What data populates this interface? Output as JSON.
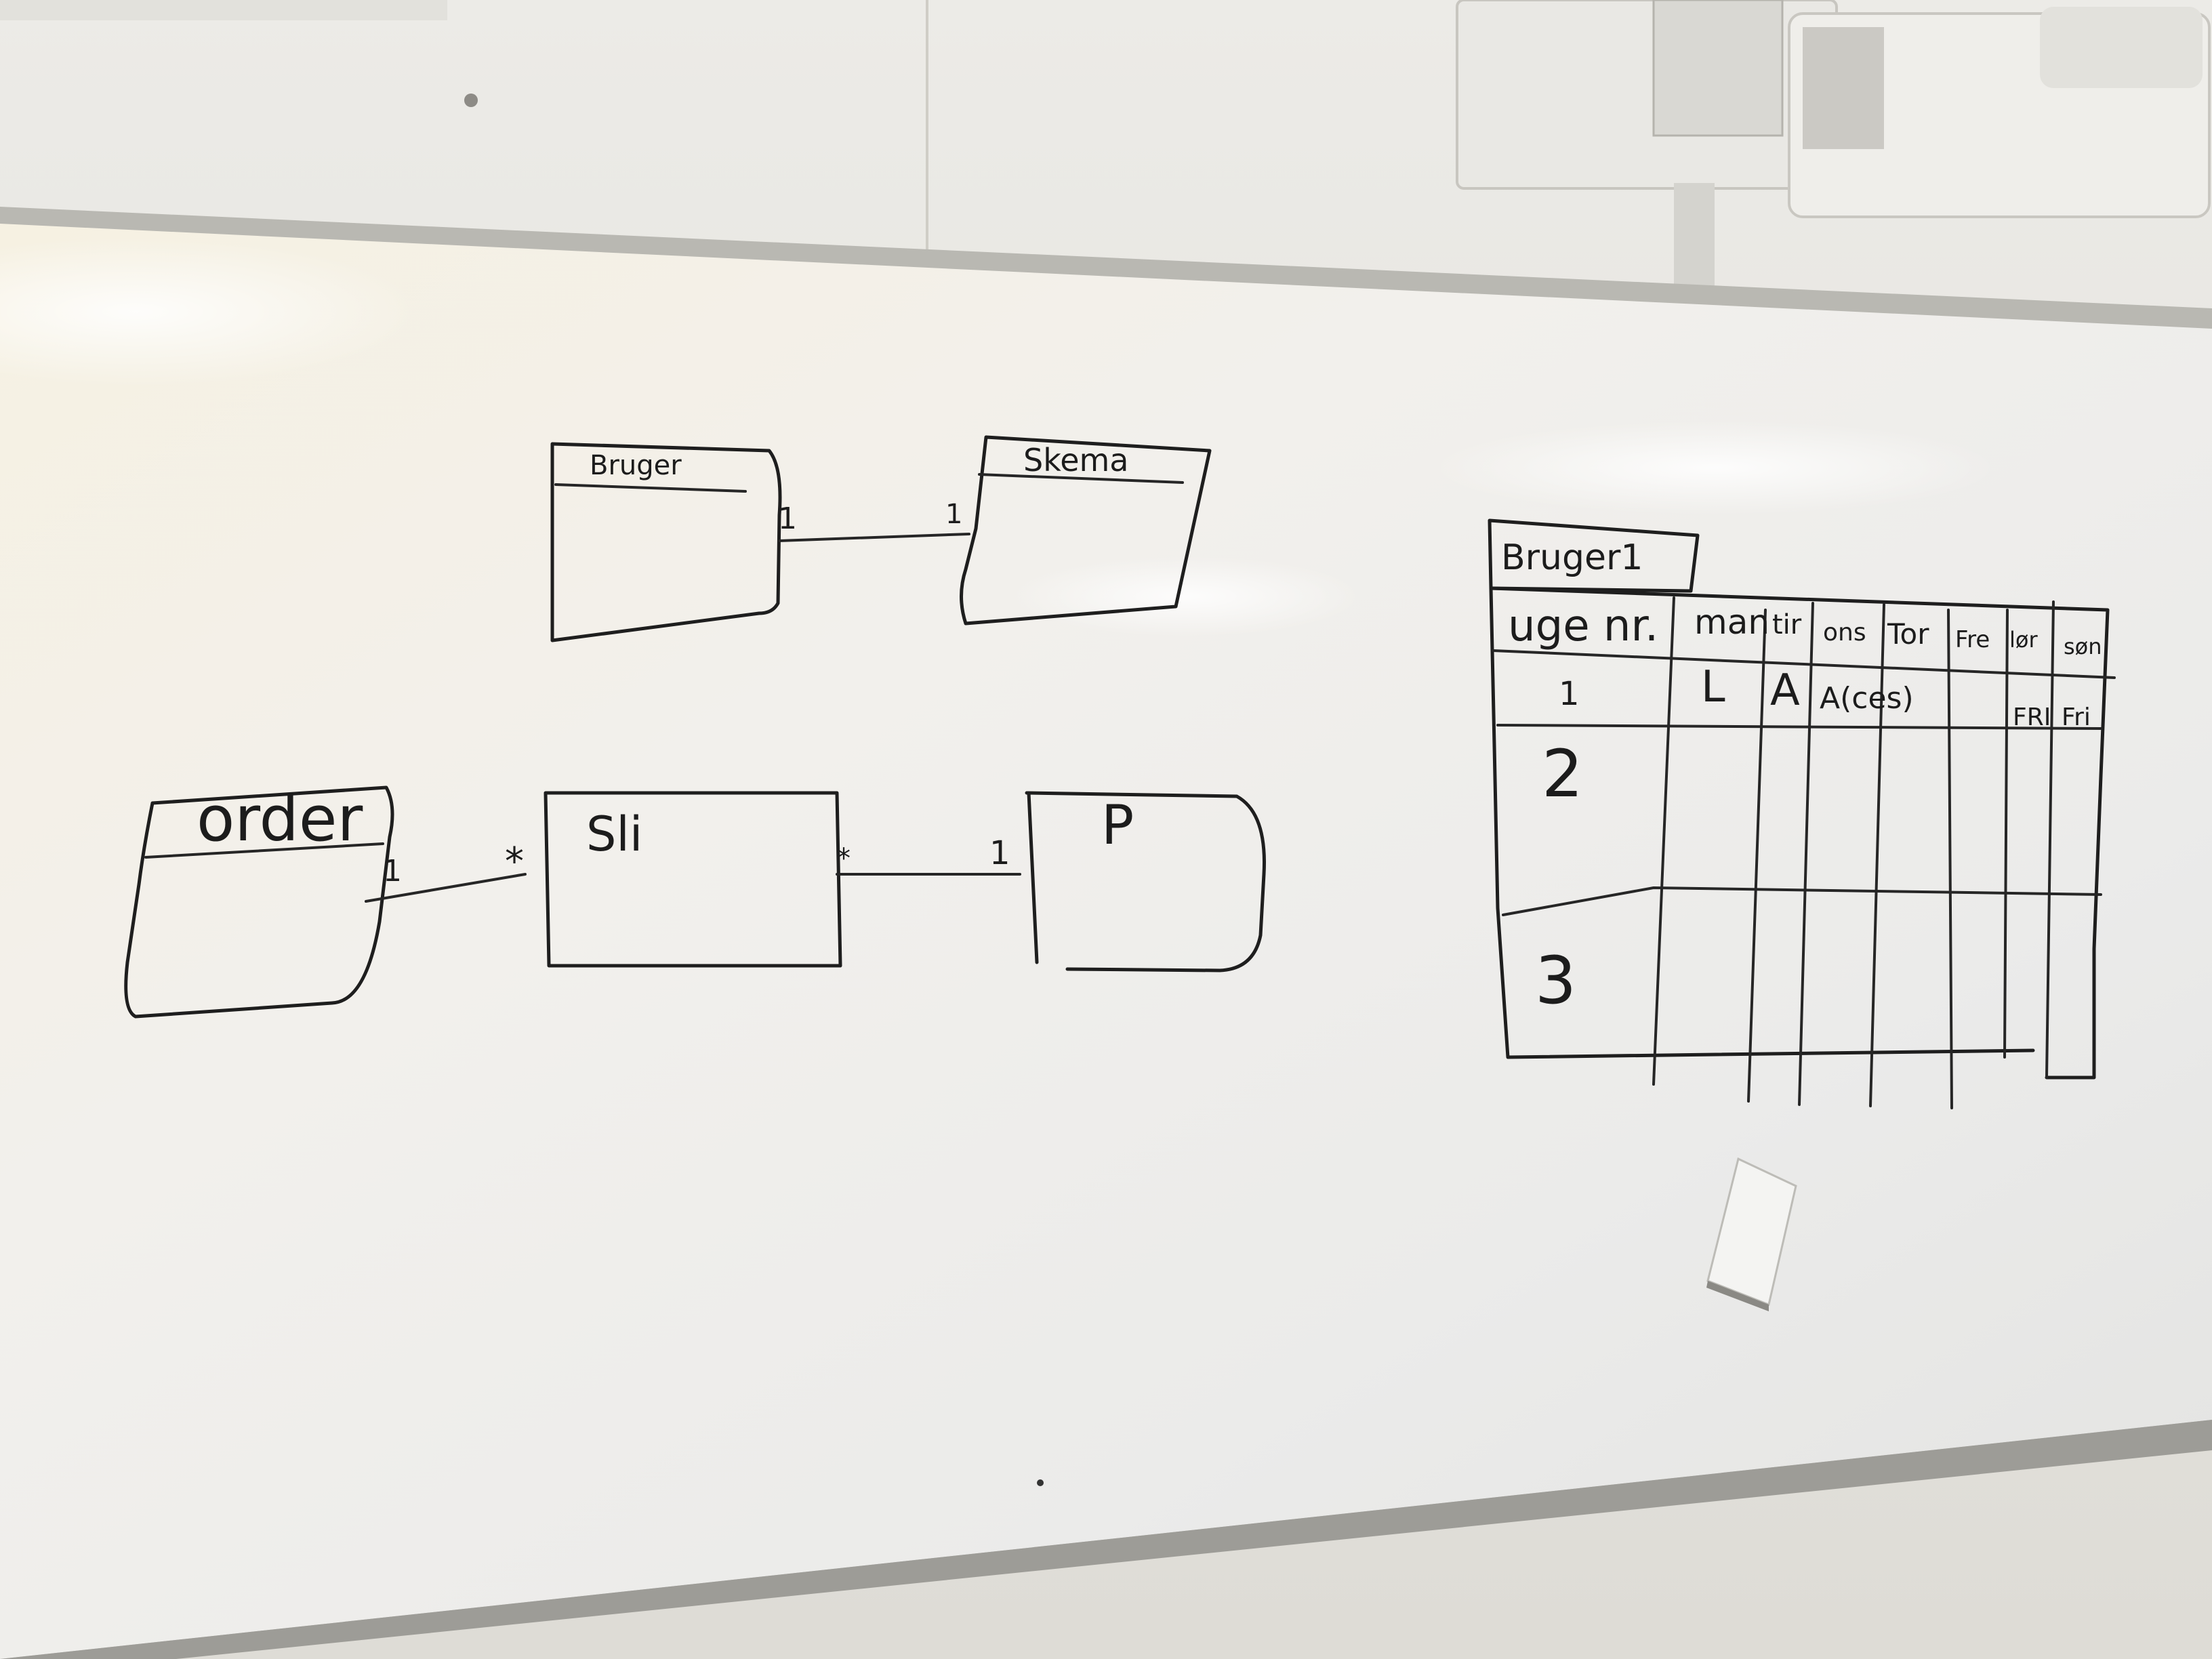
{
  "board": {
    "diagram_top": {
      "class_left": "Bruger",
      "class_right": "Skema",
      "mult_left": "1",
      "mult_right": "1"
    },
    "diagram_bottom": {
      "class_order": "order",
      "class_middle": "Sli",
      "class_right": "P",
      "mult_order": "1",
      "mult_middle_left": "*",
      "mult_middle_right": "*",
      "mult_right": "1"
    },
    "schedule": {
      "title": "Bruger1",
      "headers": [
        "uge nr.",
        "man",
        "tir",
        "ons",
        "Tor",
        "Fre",
        "lør",
        "søn"
      ],
      "rows": [
        [
          "1",
          "",
          "L",
          "A",
          "A(ces)",
          "",
          "",
          "FRI",
          "Fri"
        ],
        [
          "2"
        ],
        [
          "3"
        ]
      ]
    }
  }
}
